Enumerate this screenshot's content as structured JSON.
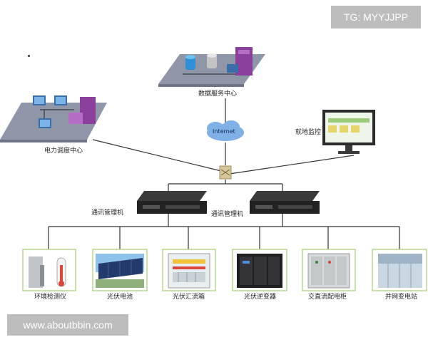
{
  "watermarks": {
    "top": "TG: MYYJJPP",
    "bottom": "www.aboutbbin.com"
  },
  "nodes": {
    "data_center": "数据服务中心",
    "dispatch_center": "电力调度中心",
    "local_monitor": "就地监控",
    "internet": "Internet",
    "comm_manager_left": "通讯管理机",
    "comm_manager_right": "通讯管理机"
  },
  "devices": [
    {
      "label": "环境检测仪",
      "icon": "weather-station-icon"
    },
    {
      "label": "光伏电池",
      "icon": "solar-panel-icon"
    },
    {
      "label": "光伏汇流箱",
      "icon": "combiner-box-icon"
    },
    {
      "label": "光伏逆变器",
      "icon": "inverter-icon"
    },
    {
      "label": "交直流配电柜",
      "icon": "distribution-cabinet-icon"
    },
    {
      "label": "并网变电站",
      "icon": "substation-icon"
    }
  ],
  "colors": {
    "line": "#333333",
    "platform": "#8f96a8",
    "frame_border": "#b5d98a",
    "watermark_bg": "#bdbdbd"
  }
}
